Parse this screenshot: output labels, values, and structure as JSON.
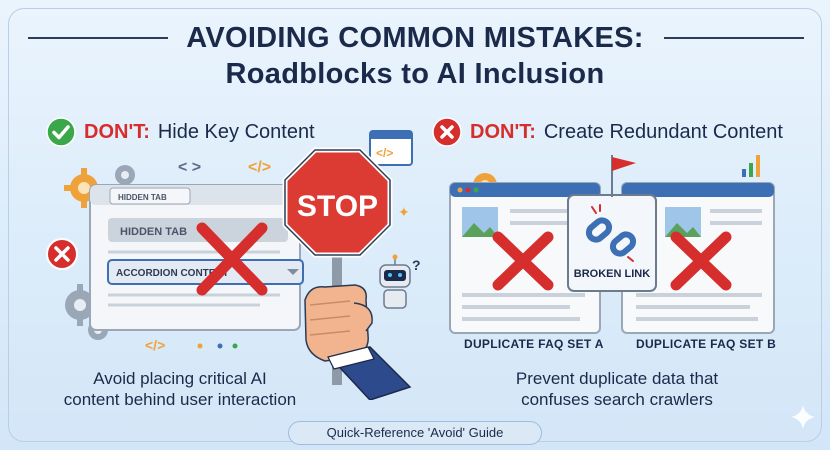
{
  "title": {
    "line1": "AVOIDING COMMON MISTAKES:",
    "line2": "Roadblocks to AI Inclusion"
  },
  "left": {
    "dont": "DON'T:",
    "heading": "Hide Key Content",
    "tab_label": "HIDDEN TAB",
    "field_label": "HIDDEN TAB",
    "accordion_label": "ACCORDION CONTENT",
    "caption_line1": "Avoid placing critical AI",
    "caption_line2": "content behind user interaction",
    "icons": [
      "check-icon",
      "gear-icon",
      "code-icon",
      "x-icon"
    ]
  },
  "center": {
    "stop_label": "STOP",
    "icons": [
      "stop-sign-icon",
      "hand-icon",
      "robot-icon"
    ]
  },
  "right": {
    "dont": "DON'T:",
    "heading": "Create Redundant Content",
    "broken_link_label": "BROKEN LINK",
    "set_a": "DUPLICATE FAQ SET A",
    "set_b": "DUPLICATE FAQ SET B",
    "caption_line1": "Prevent duplicate data that",
    "caption_line2": "confuses search crawlers",
    "icons": [
      "x-icon",
      "broken-chain-icon",
      "flag-icon",
      "bar-chart-icon"
    ]
  },
  "footer": "Quick-Reference 'Avoid' Guide",
  "colors": {
    "red": "#d62d2d",
    "green": "#3aa84a",
    "navy": "#1b2a4a",
    "orange": "#f0a23a",
    "browser_blue": "#3d6fb4"
  }
}
